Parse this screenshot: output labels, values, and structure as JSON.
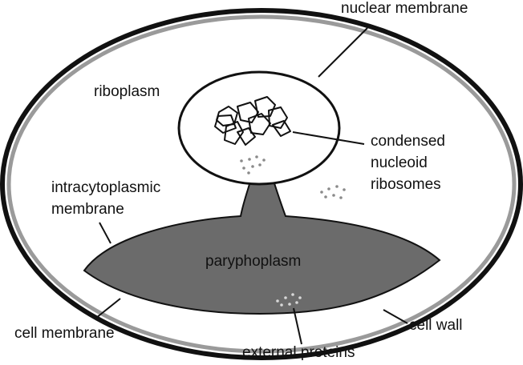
{
  "labels": {
    "nuclear_membrane": "nuclear membrane",
    "riboplasm": "riboplasm",
    "condensed": "condensed",
    "nucleoid": "nucleoid",
    "ribosomes": "ribosomes",
    "intracytoplasmic_1": "intracytoplasmic",
    "intracytoplasmic_2": "membrane",
    "paryphoplasm": "paryphoplasm",
    "cell_membrane": "cell membrane",
    "cell_wall": "cell wall",
    "external_proteins": "external proteins"
  },
  "colors": {
    "outline": "#111111",
    "cell_membrane_gray": "#9a9a9a",
    "paryphoplasm_fill": "#6b6b6b",
    "ribosome_dot": "#8a8a8a",
    "external_protein_dot": "#d8d8d8"
  }
}
